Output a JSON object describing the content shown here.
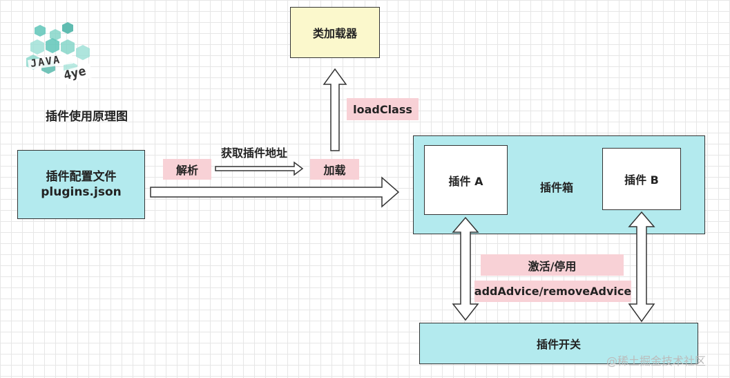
{
  "logo": {
    "text_top": "JAVA",
    "text_bottom": "4ye"
  },
  "title": "插件使用原理图",
  "class_loader": "类加载器",
  "config": {
    "line1": "插件配置文件",
    "line2": "plugins.json"
  },
  "labels": {
    "parse": "解析",
    "get_address": "获取插件地址",
    "load": "加载",
    "load_class": "loadClass",
    "activate": "激活/停用",
    "advice": "addAdvice/removeAdvice"
  },
  "plugin_box": {
    "label": "插件箱",
    "plugin_a": "插件 A",
    "plugin_b": "插件 B"
  },
  "switch": "插件开关",
  "watermark": "@稀土掘金技术社区",
  "colors": {
    "cyan": "#b3eaee",
    "yellow": "#fbf8cc",
    "pink": "#f8d1d6"
  }
}
